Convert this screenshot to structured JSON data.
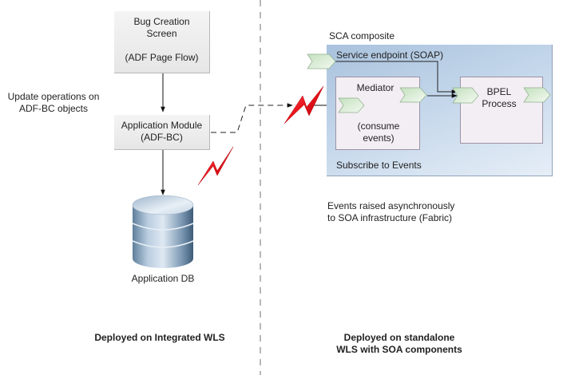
{
  "left_side": {
    "bug_screen": {
      "line1": "Bug Creation",
      "line2": "Screen",
      "line3": "(ADF Page Flow)"
    },
    "update_note": {
      "line1": "Update operations on",
      "line2": "ADF-BC objects"
    },
    "app_module": {
      "line1": "Application Module",
      "line2": "(ADF-BC)"
    },
    "database": {
      "label": "Application DB"
    },
    "footer": "Deployed on Integrated WLS"
  },
  "right_side": {
    "composite": {
      "title": "SCA composite",
      "service_endpoint": "Service endpoint (SOAP)",
      "mediator": {
        "title": "Mediator",
        "line1": "(consume",
        "line2": "events)"
      },
      "bpel": {
        "line1": "BPEL",
        "line2": "Process"
      },
      "subscribe": "Subscribe to Events"
    },
    "events_note": {
      "line1": "Events raised asynchronously",
      "line2": "to SOA infrastructure (Fabric)"
    },
    "footer": {
      "line1": "Deployed on standalone",
      "line2": "WLS with SOA components"
    }
  },
  "colors": {
    "lightning": "#e8141b",
    "composite_fill": "#b9cde3",
    "component_fill": "#f3eef4",
    "chevron_fill": "#d9ecd6",
    "grey_box": "#ececec"
  }
}
